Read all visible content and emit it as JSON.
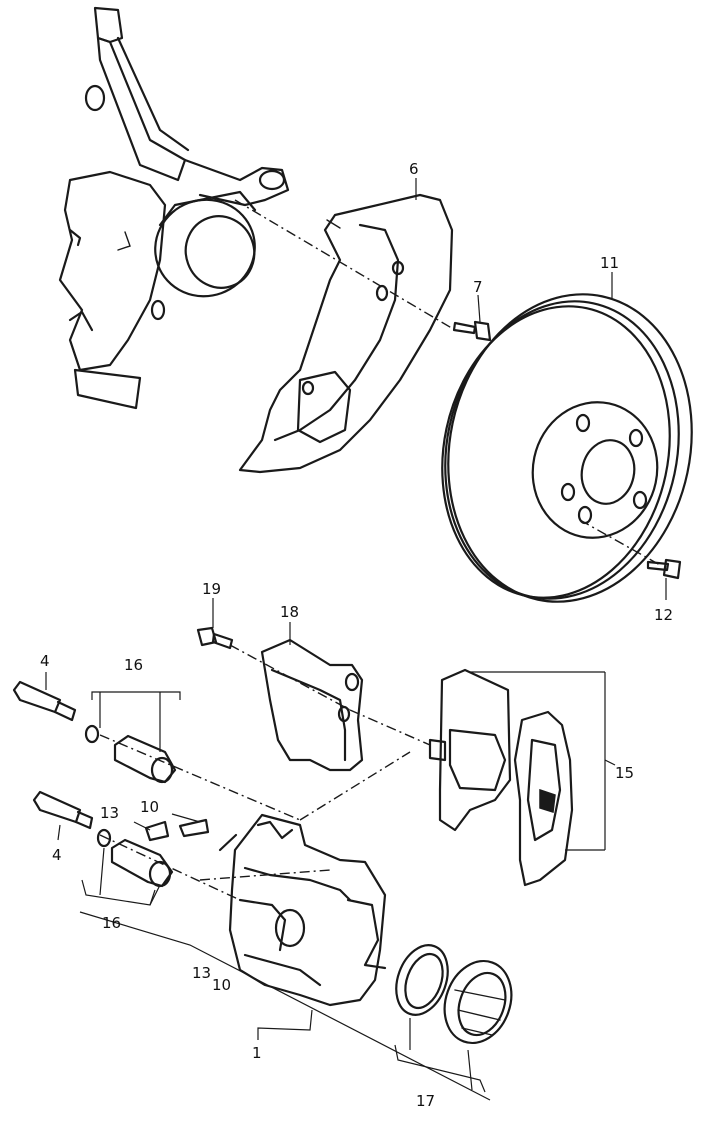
{
  "callouts": {
    "c1": "1",
    "c4a": "4",
    "c4b": "4",
    "c6": "6",
    "c7": "7",
    "c10a": "10",
    "c10b": "10",
    "c11": "11",
    "c12": "12",
    "c13a": "13",
    "c13b": "13",
    "c15": "15",
    "c16a": "16",
    "c16b": "16",
    "c17": "17",
    "c18": "18",
    "c19": "19"
  }
}
